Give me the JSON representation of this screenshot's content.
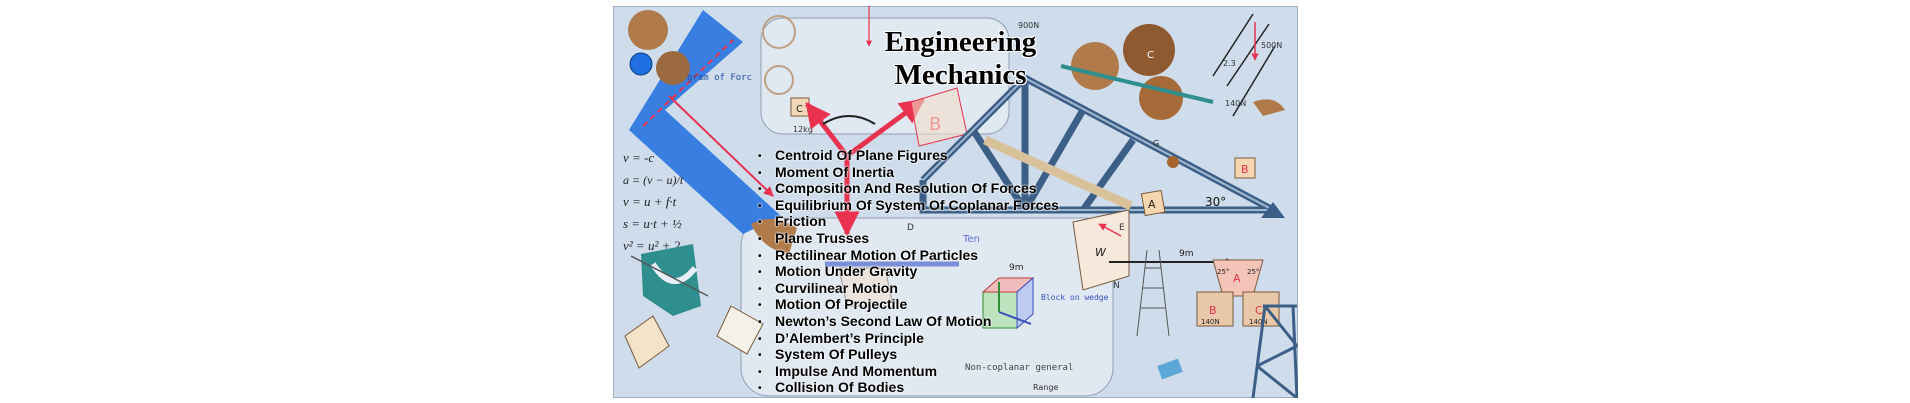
{
  "title": {
    "line1": "Engineering",
    "line2": "Mechanics"
  },
  "topics": [
    "Centroid Of Plane Figures",
    "Moment Of Inertia",
    "Composition  And Resolution Of Forces",
    "Equilibrium Of System Of Coplanar Forces",
    "Friction",
    "Plane Trusses",
    "Rectilinear Motion Of Particles",
    "Motion Under Gravity",
    "Curvilinear Motion",
    "Motion Of Projectile",
    "Newton’s Second Law Of Motion",
    "D’Alembert’s Principle",
    "System Of Pulleys",
    "Impulse And Momentum",
    "Collision Of Bodies"
  ],
  "collage_labels": {
    "eq1": "v = -c",
    "eq2": "a = (v − u)/t",
    "eq3": "v = u + f·t",
    "eq4": "s = u·t + ½",
    "eq5": "v² = u² + 2",
    "note_block": "Block on wedge",
    "note_noncoplanar": "Non-coplanar general",
    "note_forces": "gram of Forc",
    "lbl_12kg": "12kg",
    "lbl_900n": "900N",
    "lbl_140n": "140N",
    "lbl_500n": "500N",
    "lbl_140n_b": "140N",
    "lbl_140n_c": "140N",
    "lbl_9m": "9m",
    "lbl_9m_b": "9m",
    "lbl_30deg": "30°",
    "lbl_25deg": "25°",
    "lbl_25deg_b": "25°",
    "lbl_A": "A",
    "lbl_A2": "A",
    "lbl_A3": "A",
    "lbl_B": "B",
    "lbl_B2": "B",
    "lbl_B3": "B",
    "lbl_C": "C",
    "lbl_C2": "C",
    "lbl_C3": "C",
    "lbl_D": "D",
    "lbl_E": "E",
    "lbl_G": "G",
    "lbl_W": "W",
    "lbl_N": "N",
    "lbl_range": "Range",
    "lbl_23": "2.3"
  },
  "colors": {
    "background": "#cfdceb",
    "red": "#e8324e",
    "blue": "#1f6fe0",
    "truss": "#3b5f86",
    "bronze": "#b07a4a",
    "teal": "#2f8e8e",
    "green": "#3aa14a"
  }
}
